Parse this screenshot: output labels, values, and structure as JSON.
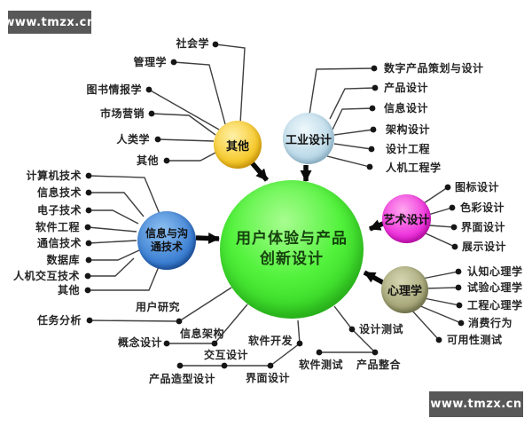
{
  "watermark": {
    "text": "www.tmzx.cn",
    "bg_color": "#585858"
  },
  "center_node": {
    "line1": "用户体验与产品",
    "line2": "创新设计"
  },
  "nodes": {
    "other": "其他",
    "industrial_design": "工业设计",
    "ict_line1": "信息与沟",
    "ict_line2": "通技术",
    "art_design": "艺术设计",
    "psychology": "心理学"
  },
  "colors": {
    "center_green": "#3ddf2c",
    "other_yellow": "#f6ca2e",
    "industrial_light_blue": "#bcd9e8",
    "ict_blue": "#3c7fd2",
    "art_magenta": "#ee35dc",
    "psychology_olive": "#a9a97c",
    "line": "#3f3f3f"
  },
  "leaves": {
    "sociology": "社会学",
    "management": "管理学",
    "library_information": "图书情报学",
    "marketing": "市场营销",
    "anthropology": "人类学",
    "other_misc": "其他",
    "digital_product_planning": "数字产品策划与设计",
    "product_design": "产品设计",
    "information_design": "信息设计",
    "architecture_design": "架构设计",
    "design_engineering": "设计工程",
    "ergonomics": "人机工程学",
    "icon_design": "图标设计",
    "color_design": "色彩设计",
    "interface_design_art": "界面设计",
    "display_design": "展示设计",
    "cognitive_psychology": "认知心理学",
    "experimental_psychology": "试验心理学",
    "engineering_psychology": "工程心理学",
    "consumer_behavior": "消费行为",
    "usability_testing": "可用性测试",
    "computer_technology": "计算机技术",
    "information_technology": "信息技术",
    "electronic_technology": "电子技术",
    "software_engineering": "软件工程",
    "communication_technology": "通信技术",
    "database": "数据库",
    "hci_technology": "人机交互技术",
    "other_ict": "其他",
    "task_analysis": "任务分析",
    "user_research": "用户研究",
    "information_architecture": "信息架构",
    "concept_design": "概念设计",
    "interaction_design": "交互设计",
    "product_styling_design": "产品造型设计",
    "interface_design_bottom": "界面设计",
    "software_development": "软件开发",
    "design_testing": "设计测试",
    "software_testing": "软件测试",
    "product_integration": "产品整合"
  }
}
